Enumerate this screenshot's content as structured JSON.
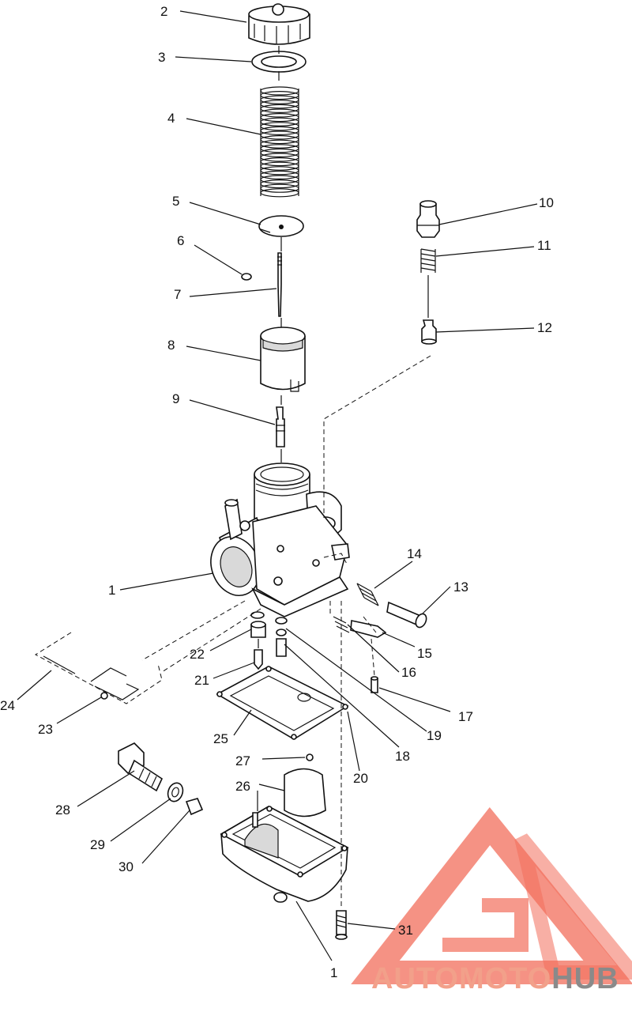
{
  "diagram": {
    "labels": [
      {
        "id": "l2",
        "text": "2"
      },
      {
        "id": "l3",
        "text": "3"
      },
      {
        "id": "l4",
        "text": "4"
      },
      {
        "id": "l5",
        "text": "5"
      },
      {
        "id": "l6",
        "text": "6"
      },
      {
        "id": "l7",
        "text": "7"
      },
      {
        "id": "l8",
        "text": "8"
      },
      {
        "id": "l9",
        "text": "9"
      },
      {
        "id": "l10",
        "text": "10"
      },
      {
        "id": "l11",
        "text": "11"
      },
      {
        "id": "l12",
        "text": "12"
      },
      {
        "id": "l1a",
        "text": "1"
      },
      {
        "id": "l14",
        "text": "14"
      },
      {
        "id": "l13",
        "text": "13"
      },
      {
        "id": "l15",
        "text": "15"
      },
      {
        "id": "l16",
        "text": "16"
      },
      {
        "id": "l17",
        "text": "17"
      },
      {
        "id": "l22",
        "text": "22"
      },
      {
        "id": "l21",
        "text": "21"
      },
      {
        "id": "l24",
        "text": "24"
      },
      {
        "id": "l23",
        "text": "23"
      },
      {
        "id": "l25",
        "text": "25"
      },
      {
        "id": "l19",
        "text": "19"
      },
      {
        "id": "l18",
        "text": "18"
      },
      {
        "id": "l20",
        "text": "20"
      },
      {
        "id": "l27",
        "text": "27"
      },
      {
        "id": "l26",
        "text": "26"
      },
      {
        "id": "l28",
        "text": "28"
      },
      {
        "id": "l29",
        "text": "29"
      },
      {
        "id": "l30",
        "text": "30"
      },
      {
        "id": "l31",
        "text": "31"
      },
      {
        "id": "l1b",
        "text": "1"
      }
    ]
  },
  "watermark": {
    "part1": "AUTO",
    "part2": "MOTO",
    "part3": "HUB",
    "colors": {
      "accent": "#f2a08a",
      "dark": "#8a8a8a",
      "triangle": "#f26d5b"
    }
  }
}
